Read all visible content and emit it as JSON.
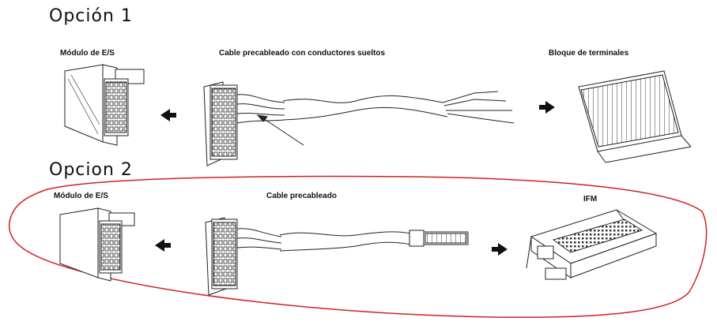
{
  "option1": {
    "heading": "Opción 1",
    "labels": {
      "io_module": "Módulo de E/S",
      "cable": "Cable precableado con conductores sueltos",
      "terminal_block": "Bloque de terminales"
    }
  },
  "option2": {
    "heading": "Opcion 2",
    "labels": {
      "io_module": "Módulo de E/S",
      "cable": "Cable precableado",
      "ifm": "IFM"
    }
  },
  "colors": {
    "highlight_outline": "#d42020",
    "line_art": "#222222"
  },
  "icons": [
    "io-module-icon",
    "connector-icon",
    "terminal-block-icon",
    "ifm-board-icon",
    "arrow-left-icon",
    "arrow-right-icon"
  ]
}
